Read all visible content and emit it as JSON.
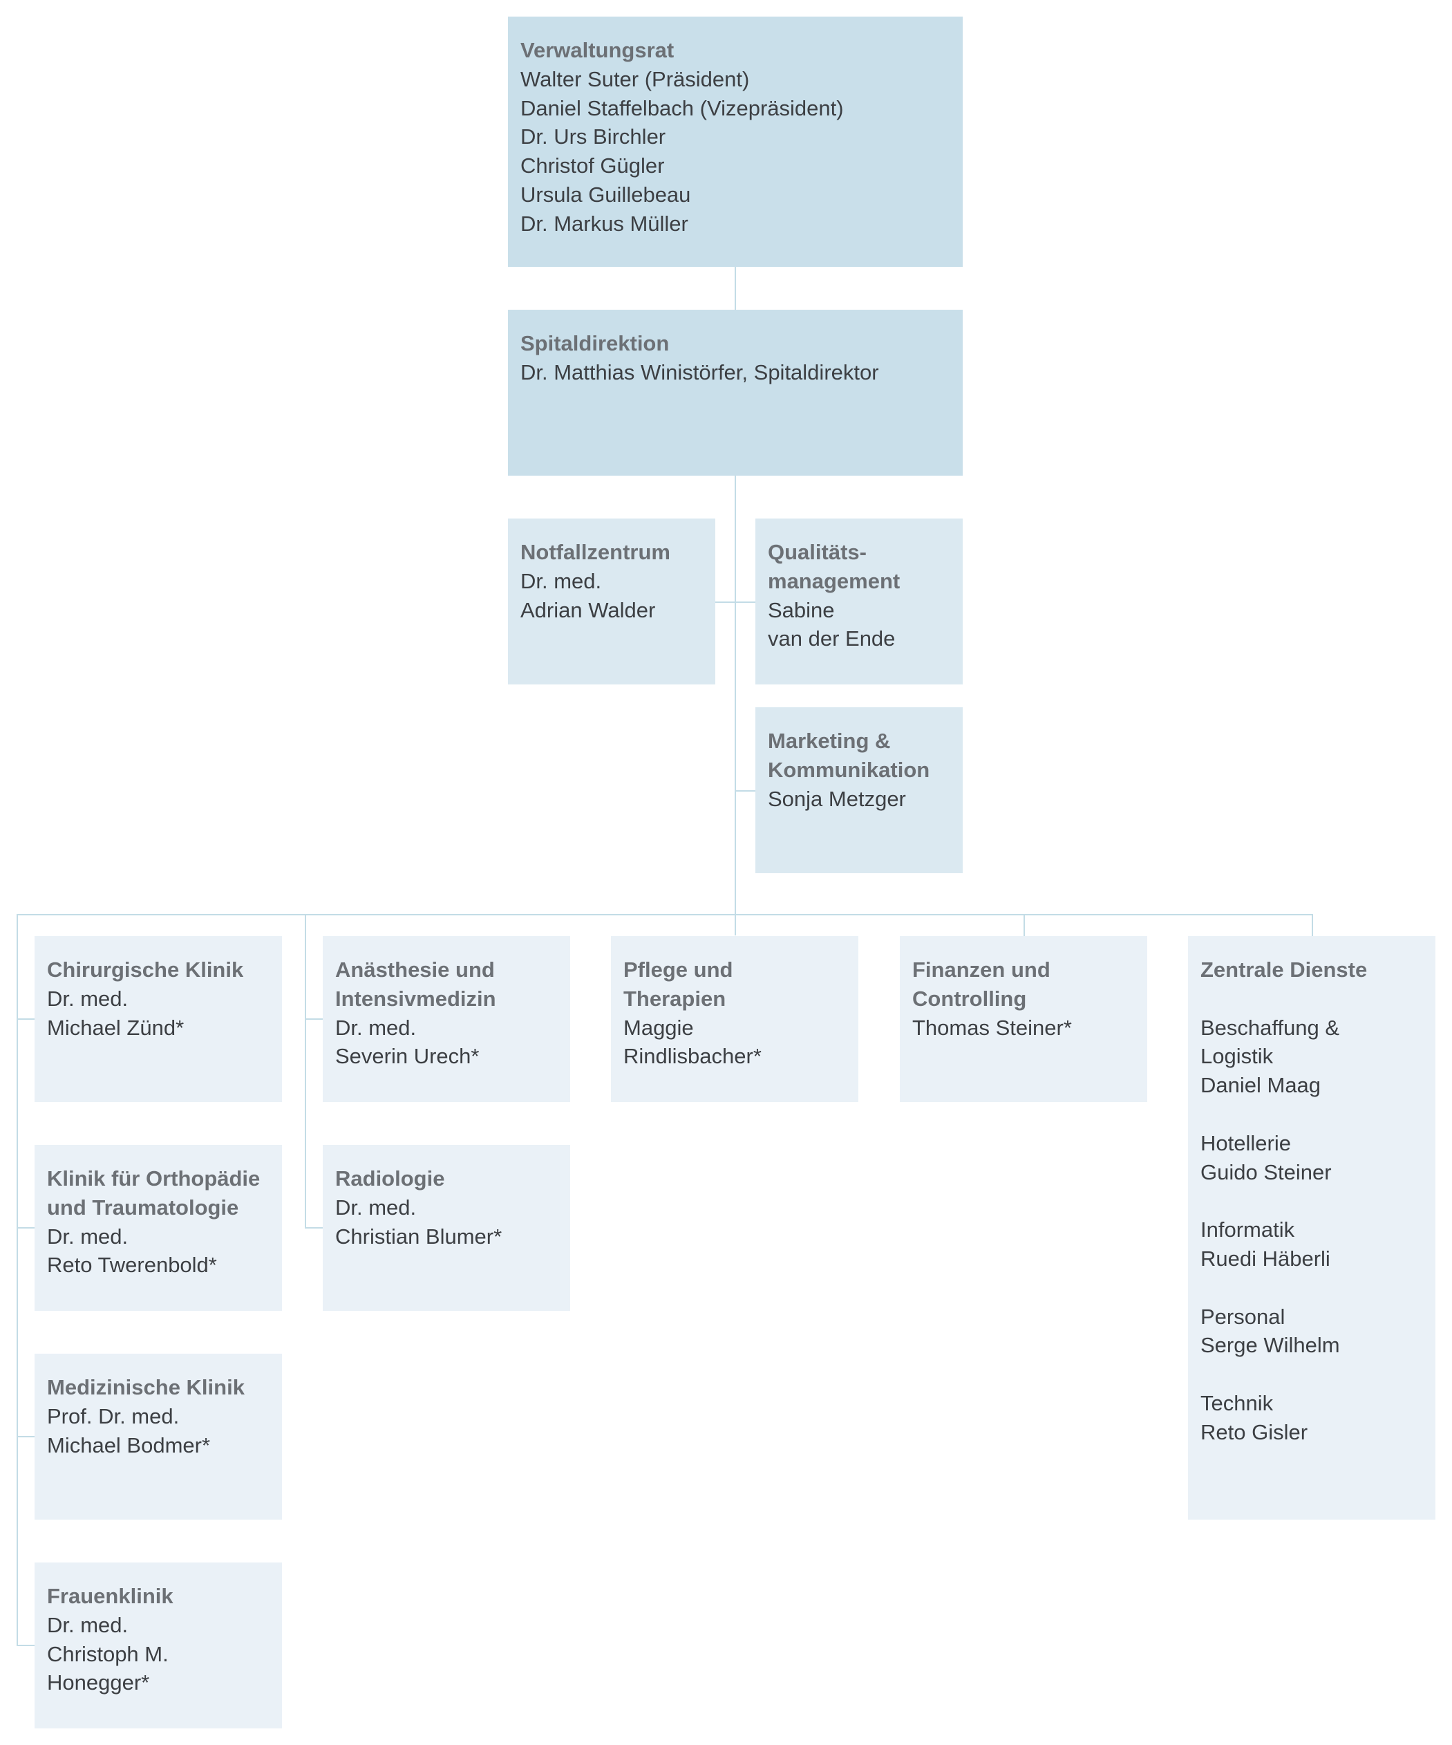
{
  "boxes": {
    "verwaltungsrat": {
      "title": "Verwaltungsrat",
      "body": "Walter Suter (Präsident)\nDaniel Staffelbach (Vizepräsident)\nDr. Urs Birchler\nChristof Gügler\nUrsula Guillebeau\nDr. Markus Müller"
    },
    "spitaldirektion": {
      "title": "Spitaldirektion",
      "body": "Dr. Matthias Winistörfer, Spitaldirektor"
    },
    "notfallzentrum": {
      "title": "Notfallzentrum",
      "body": "Dr. med.\nAdrian Walder"
    },
    "qualitaetsmanagement": {
      "title": "Qualitäts-\nmanagement",
      "body": "Sabine\nvan der Ende"
    },
    "marketing": {
      "title": "Marketing &\nKommunikation",
      "body": "Sonja Metzger"
    },
    "chirurgische_klinik": {
      "title": "Chirurgische Klinik",
      "body": "Dr. med.\nMichael Zünd*"
    },
    "orthopaedie": {
      "title": "Klinik für Orthopädie\nund Traumatologie",
      "body": "Dr. med.\nReto Twerenbold*"
    },
    "medizinische_klinik": {
      "title": "Medizinische Klinik",
      "body": "Prof. Dr. med.\nMichael Bodmer*"
    },
    "frauenklinik": {
      "title": "Frauenklinik",
      "body": "Dr. med.\nChristoph M.\nHonegger*"
    },
    "anaesthesie": {
      "title": "Anästhesie und\nIntensivmedizin",
      "body": "Dr. med.\nSeverin Urech*"
    },
    "radiologie": {
      "title": "Radiologie",
      "body": "Dr. med.\nChristian Blumer*"
    },
    "pflege": {
      "title": "Pflege und\nTherapien",
      "body": "Maggie\nRindlisbacher*"
    },
    "finanzen": {
      "title": "Finanzen und\nControlling",
      "body": "Thomas Steiner*"
    },
    "zentrale_dienste": {
      "title": "Zentrale Dienste",
      "body": "\nBeschaffung &\nLogistik\nDaniel Maag\n\nHotellerie\nGuido Steiner\n\nInformatik\nRuedi Häberli\n\nPersonal\nSerge Wilhelm\n\nTechnik\nReto Gisler"
    }
  }
}
